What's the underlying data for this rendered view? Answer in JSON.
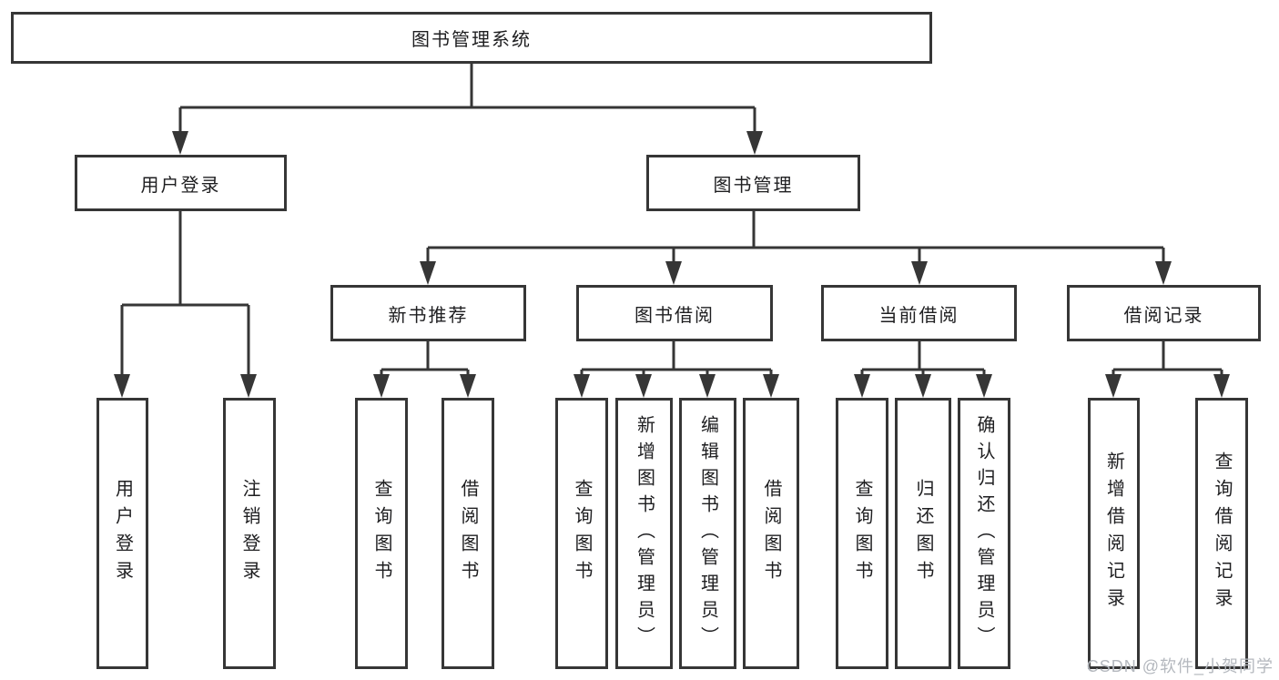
{
  "diagram": {
    "root": {
      "label": "图书管理系统"
    },
    "level2": [
      {
        "label": "用户登录"
      },
      {
        "label": "图书管理"
      }
    ],
    "level3": [
      {
        "label": "新书推荐"
      },
      {
        "label": "图书借阅"
      },
      {
        "label": "当前借阅"
      },
      {
        "label": "借阅记录"
      }
    ],
    "leaves": {
      "user_login": [
        {
          "label": "用户登录"
        },
        {
          "label": "注销登录"
        }
      ],
      "new_book": [
        {
          "label": "查询图书"
        },
        {
          "label": "借阅图书"
        }
      ],
      "book_borrow": [
        {
          "label": "查询图书"
        },
        {
          "label": "新增图书（管理员）"
        },
        {
          "label": "编辑图书（管理员）"
        },
        {
          "label": "借阅图书"
        }
      ],
      "current_borrow": [
        {
          "label": "查询图书"
        },
        {
          "label": "归还图书"
        },
        {
          "label": "确认归还（管理员）"
        }
      ],
      "borrow_record": [
        {
          "label": "新增借阅记录"
        },
        {
          "label": "查询借阅记录"
        }
      ]
    },
    "line_color": "#363636"
  },
  "watermark": {
    "text": "CSDN @软件_小贺同学"
  }
}
